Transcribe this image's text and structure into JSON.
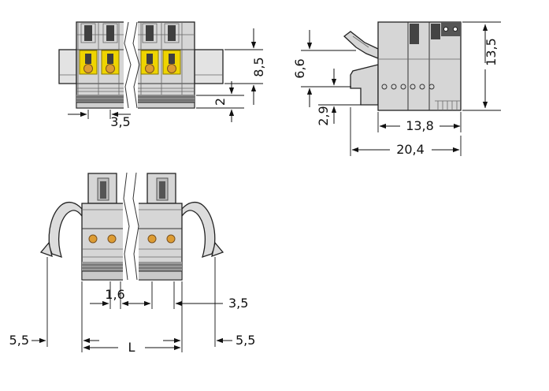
{
  "drawing": {
    "kind": "connector-dimension-drawing",
    "colors": {
      "body_gray": "#d6d6d6",
      "wing_gray": "#e3e3e3",
      "accent_yellow": "#eed400",
      "accent_orange": "#dd9c33",
      "line": "#111111"
    },
    "front_view": {
      "dim_height": "8,5",
      "dim_flange": "2",
      "dim_pitch": "3,5"
    },
    "side_view": {
      "dim_upper": "6,6",
      "dim_lower": "2,9",
      "dim_total_height": "13,5",
      "dim_depth": "13,8",
      "dim_total_depth": "20,4"
    },
    "bottom_view": {
      "dim_slot": "1,6",
      "dim_pitch": "3,5",
      "dim_latch_left": "5,5",
      "dim_length": "L",
      "dim_latch_right": "5,5"
    }
  }
}
